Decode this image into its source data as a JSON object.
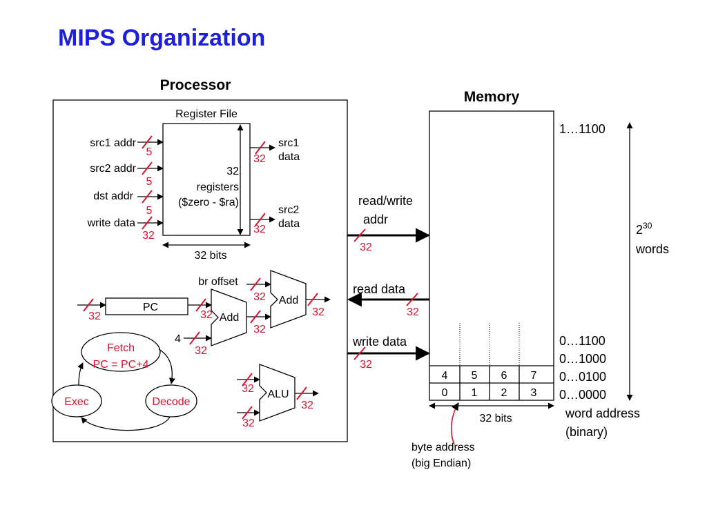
{
  "title": "MIPS Organization",
  "processor": {
    "label": "Processor",
    "register_file": {
      "label": "Register File",
      "src1_addr": "src1 addr",
      "src2_addr": "src2 addr",
      "dst_addr": "dst addr",
      "write_data": "write data",
      "src1_data": [
        "src1",
        "data"
      ],
      "src2_data": [
        "src2",
        "data"
      ],
      "registers": [
        "32",
        "registers",
        "($zero - $ra)"
      ],
      "width": "32 bits"
    },
    "pc_label": "PC",
    "br_offset": "br offset",
    "add_label": "Add",
    "four": "4",
    "alu_label": "ALU",
    "cycle": {
      "fetch": [
        "Fetch",
        "PC = PC+4"
      ],
      "exec": "Exec",
      "decode": "Decode"
    },
    "bus_widths": {
      "five": "5",
      "thirty_two": "32"
    }
  },
  "memory": {
    "label": "Memory",
    "read_write_addr": [
      "read/write",
      "addr"
    ],
    "read_data": "read data",
    "write_data": "write data",
    "top_address": "1…1100",
    "words": [
      "2",
      "30",
      "words"
    ],
    "addresses": [
      "0…1100",
      "0…1000",
      "0…0100",
      "0…0000"
    ],
    "word_address": [
      "word address",
      "(binary)"
    ],
    "row_upper": [
      "4",
      "5",
      "6",
      "7"
    ],
    "row_lower": [
      "0",
      "1",
      "2",
      "3"
    ],
    "width": "32 bits",
    "byte_address": [
      "byte address",
      "(big Endian)"
    ]
  },
  "colors": {
    "title": "#1d1fd9",
    "annotation": "#d8122e"
  }
}
